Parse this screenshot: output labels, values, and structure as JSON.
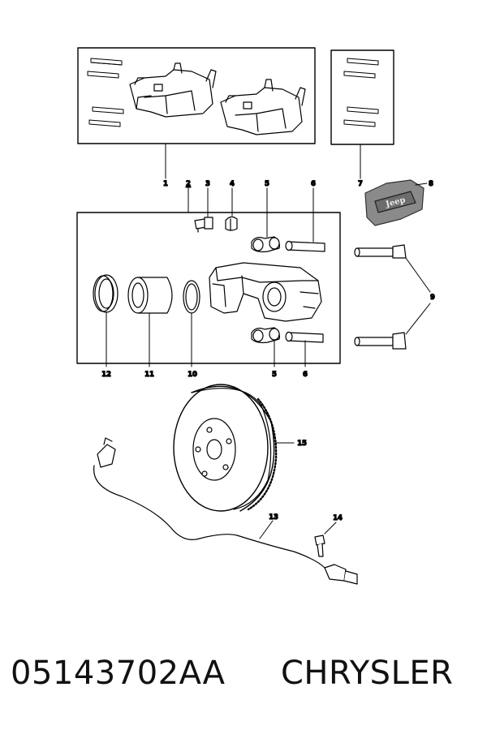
{
  "callouts": {
    "c1": "1",
    "c2": "2",
    "c3": "3",
    "c4": "4",
    "c5a": "5",
    "c6a": "6",
    "c7": "7",
    "c8": "8",
    "c9": "9",
    "c12": "12",
    "c11": "11",
    "c10": "10",
    "c5b": "5",
    "c6b": "6",
    "c15": "15",
    "c13": "13",
    "c14": "14"
  },
  "highlight_color": "#d0313a",
  "emblem_text": "Jeep",
  "footer": {
    "part_number": "05143702AA",
    "brand": "CHRYSLER"
  }
}
